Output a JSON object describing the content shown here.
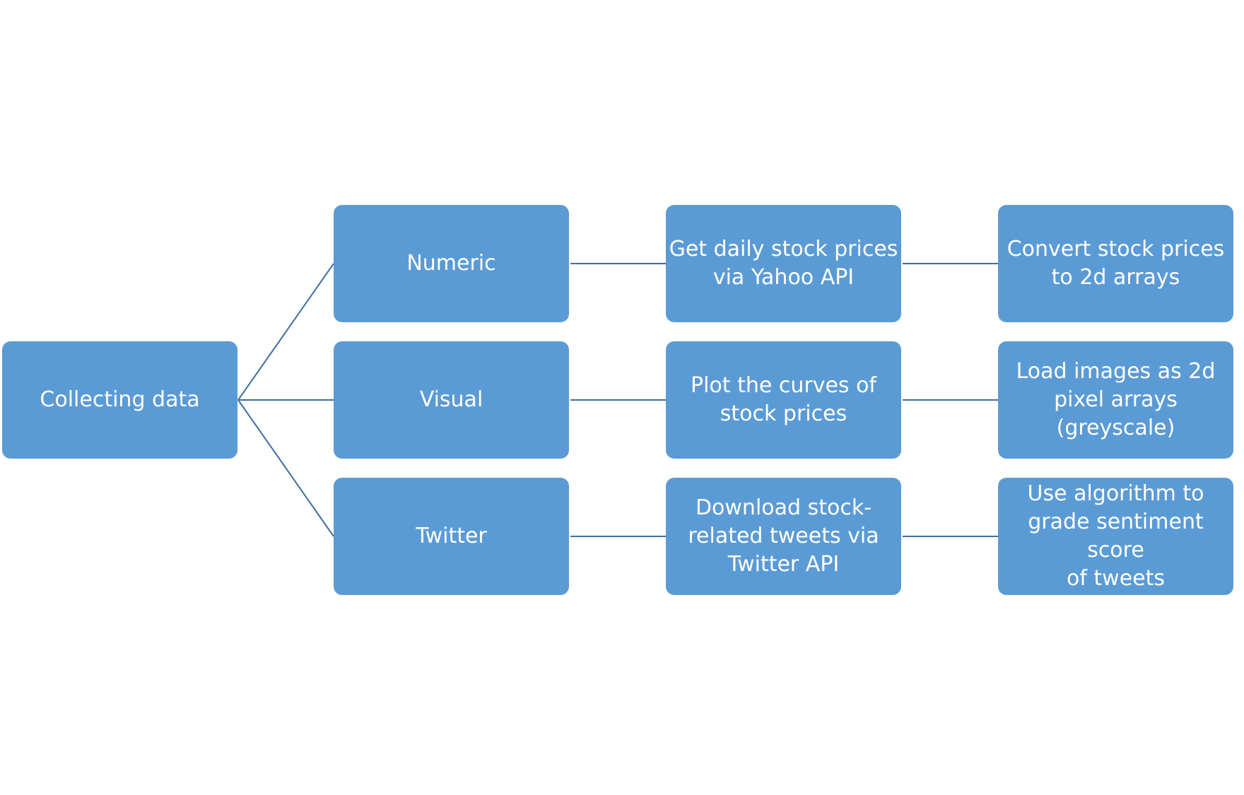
{
  "colors": {
    "node_fill": "#5b9bd5",
    "node_text": "#ffffff",
    "connector": "#3e6e9e",
    "background": "#ffffff"
  },
  "diagram": {
    "root": {
      "label": "Collecting data"
    },
    "branches": [
      {
        "label": "Numeric",
        "steps": [
          "Get daily stock prices\nvia Yahoo API",
          "Convert stock prices\nto 2d arrays"
        ]
      },
      {
        "label": "Visual",
        "steps": [
          "Plot the curves of\nstock prices",
          "Load images as 2d\npixel arrays (greyscale)"
        ]
      },
      {
        "label": "Twitter",
        "steps": [
          "Download stock-\nrelated tweets via\nTwitter API",
          "Use algorithm to\ngrade sentiment score\nof tweets"
        ]
      }
    ]
  }
}
